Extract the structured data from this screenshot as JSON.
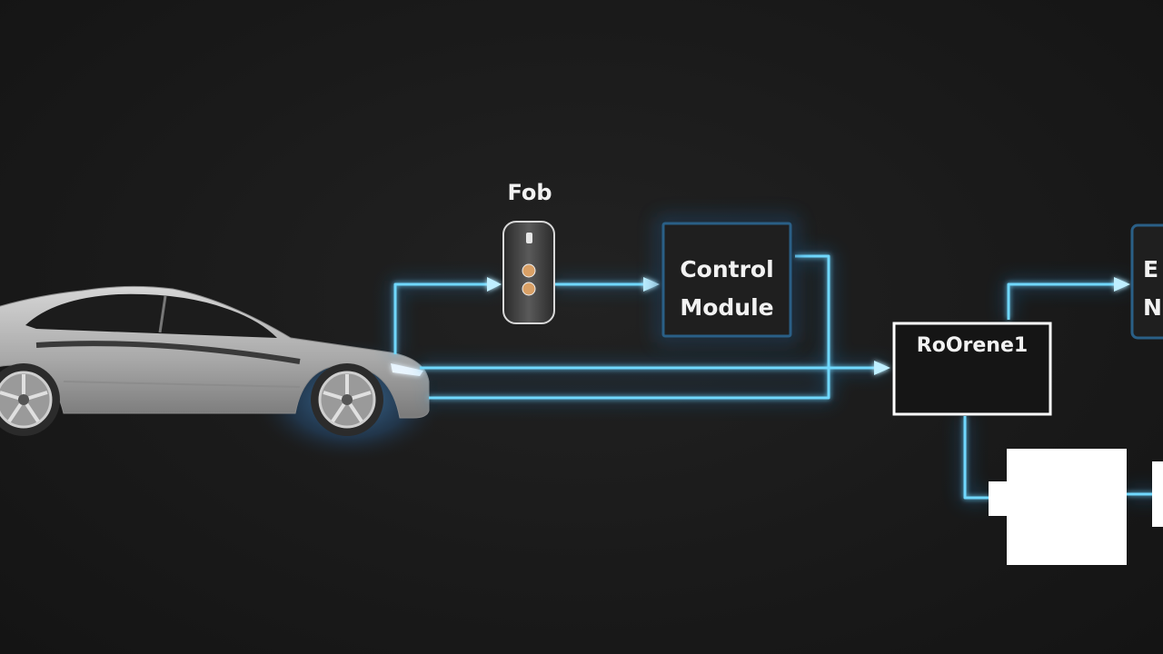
{
  "diagram": {
    "fob": {
      "label": "Fob"
    },
    "control_module": {
      "line1": "Control",
      "line2": "Module"
    },
    "receiver": {
      "label": "RoOrene1"
    },
    "edge_node": {
      "line1": "E",
      "line2": "N"
    }
  },
  "colors": {
    "background": "#1a1a1a",
    "connector": "#6fd8ff",
    "connector_glow": "#1e7fc8",
    "box_border": "#ffffff",
    "car_body": "#b3b3b3",
    "text": "#f2f2f2"
  }
}
